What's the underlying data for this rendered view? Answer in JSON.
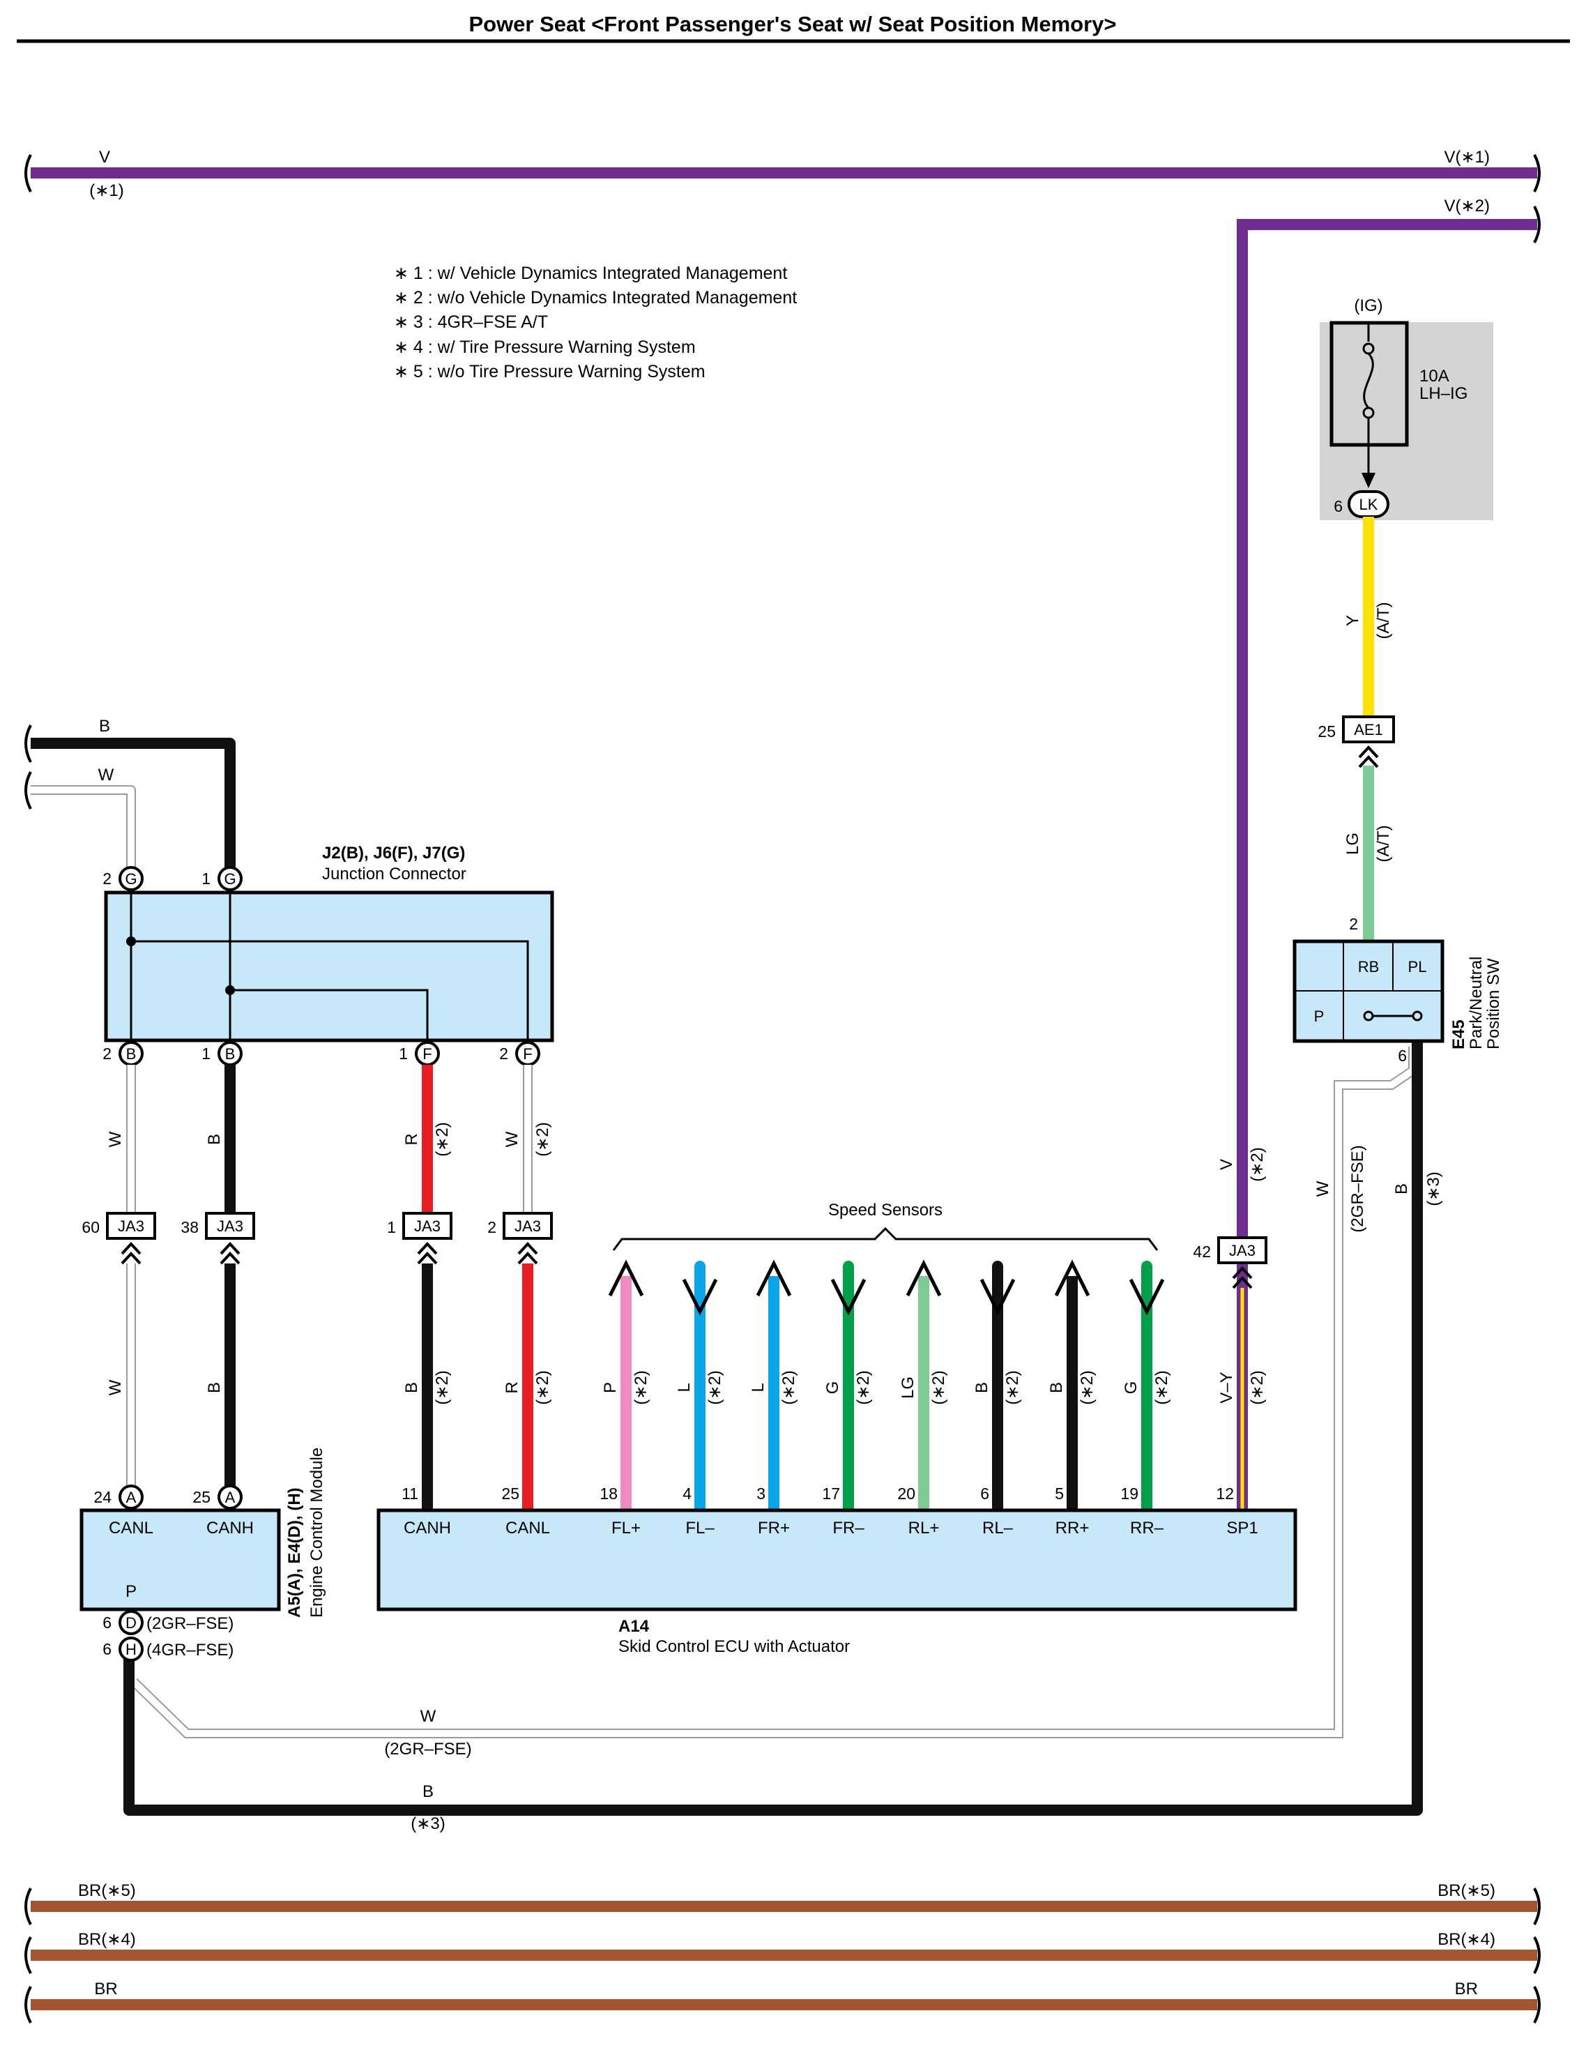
{
  "title": "Power Seat <Front Passenger's Seat w/ Seat Position Memory>",
  "notes": [
    "∗ 1 : w/ Vehicle Dynamics Integrated Management",
    "∗ 2 : w/o Vehicle Dynamics Integrated Management",
    "∗ 3 : 4GR–FSE A/T",
    "∗ 4 : w/ Tire Pressure Warning System",
    "∗ 5 : w/o Tire Pressure Warning System"
  ],
  "colors": {
    "violet": "#6f2d91",
    "black": "#111111",
    "white": "#ffffff",
    "red": "#ec1c24",
    "pink": "#f08bbf",
    "blue": "#0ca5e8",
    "green": "#00a04a",
    "lightgreen": "#7fcb98",
    "yellow": "#ffe100",
    "brown": "#a35430",
    "component_fill": "#c6e8f8",
    "fuse_box": "#d4d4d6"
  },
  "wires": {
    "v_top": {
      "color": "V",
      "note_left": "(∗1)",
      "right": "V(∗1)"
    },
    "v_second": {
      "right": "V(∗2)"
    },
    "b_top": "B",
    "w_top": "W",
    "br5": {
      "left": "BR(∗5)",
      "right": "BR(∗5)"
    },
    "br4": {
      "left": "BR(∗4)",
      "right": "BR(∗4)"
    },
    "br": {
      "left": "BR",
      "right": "BR"
    }
  },
  "fuse": {
    "group": "(IG)",
    "rating": "10A",
    "name": "LH–IG",
    "pin": "6",
    "connector": "LK",
    "wire_color": "Y",
    "wire_note": "(A/T)"
  },
  "ae1": {
    "pin": "25",
    "name": "AE1",
    "wire_color": "LG",
    "wire_note": "(A/T)"
  },
  "park_sw": {
    "code": "E45",
    "name_line1": "Park/Neutral",
    "name_line2": "Position SW",
    "pin_top": "2",
    "pin_bottom": "6",
    "cell_rb": "RB",
    "cell_pl": "PL",
    "cell_p": "P",
    "wire_w": "W",
    "wire_w_note": "(2GR–FSE)",
    "wire_b": "B",
    "wire_b_note": "(∗3)"
  },
  "junction": {
    "code": "J2(B), J6(F), J7(G)",
    "name": "Junction Connector",
    "top_pins": [
      {
        "num": "2",
        "letter": "G"
      },
      {
        "num": "1",
        "letter": "G"
      }
    ],
    "bottom_pins": [
      {
        "num": "2",
        "letter": "B"
      },
      {
        "num": "1",
        "letter": "B"
      },
      {
        "num": "1",
        "letter": "F"
      },
      {
        "num": "2",
        "letter": "F"
      }
    ]
  },
  "upper_wires": [
    {
      "color": "W",
      "note": ""
    },
    {
      "color": "B",
      "note": ""
    },
    {
      "color": "R",
      "note": "(∗2)"
    },
    {
      "color": "W",
      "note": "(∗2)"
    }
  ],
  "ja3": [
    {
      "pin": "60",
      "name": "JA3"
    },
    {
      "pin": "38",
      "name": "JA3"
    },
    {
      "pin": "1",
      "name": "JA3"
    },
    {
      "pin": "2",
      "name": "JA3"
    },
    {
      "pin": "42",
      "name": "JA3"
    }
  ],
  "sp1_upper": {
    "color": "V",
    "note": "(∗2)"
  },
  "speed_sensors_label": "Speed Sensors",
  "lower_wires": [
    {
      "color": "W",
      "note": "",
      "pin": "24"
    },
    {
      "color": "B",
      "note": "",
      "pin": "25"
    },
    {
      "color": "B",
      "note": "(∗2)",
      "pin": "11"
    },
    {
      "color": "R",
      "note": "(∗2)",
      "pin": "25"
    },
    {
      "color": "P",
      "note": "(∗2)",
      "pin": "18"
    },
    {
      "color": "L",
      "note": "(∗2)",
      "pin": "4"
    },
    {
      "color": "L",
      "note": "(∗2)",
      "pin": "3"
    },
    {
      "color": "G",
      "note": "(∗2)",
      "pin": "17"
    },
    {
      "color": "LG",
      "note": "(∗2)",
      "pin": "20"
    },
    {
      "color": "B",
      "note": "(∗2)",
      "pin": "6"
    },
    {
      "color": "B",
      "note": "(∗2)",
      "pin": "5"
    },
    {
      "color": "G",
      "note": "(∗2)",
      "pin": "19"
    },
    {
      "color": "V–Y",
      "note": "(∗2)",
      "pin": "12"
    }
  ],
  "ecm": {
    "code": "A5(A), E4(D), (H)",
    "name": "Engine Control Module",
    "pins": [
      {
        "label": "CANL",
        "letter": "A"
      },
      {
        "label": "CANH",
        "letter": "A"
      }
    ],
    "p_label": "P",
    "bottom_pins": [
      {
        "num": "6",
        "letter": "D",
        "note": "(2GR–FSE)"
      },
      {
        "num": "6",
        "letter": "H",
        "note": "(4GR–FSE)"
      }
    ]
  },
  "skid": {
    "code": "A14",
    "name": "Skid Control ECU with Actuator",
    "terminals": [
      "CANH",
      "CANL",
      "FL+",
      "FL–",
      "FR+",
      "FR–",
      "RL+",
      "RL–",
      "RR+",
      "RR–",
      "SP1"
    ]
  },
  "bottom_wires": {
    "w": "W",
    "w_note": "(2GR–FSE)",
    "b": "B",
    "b_note": "(∗3)"
  }
}
